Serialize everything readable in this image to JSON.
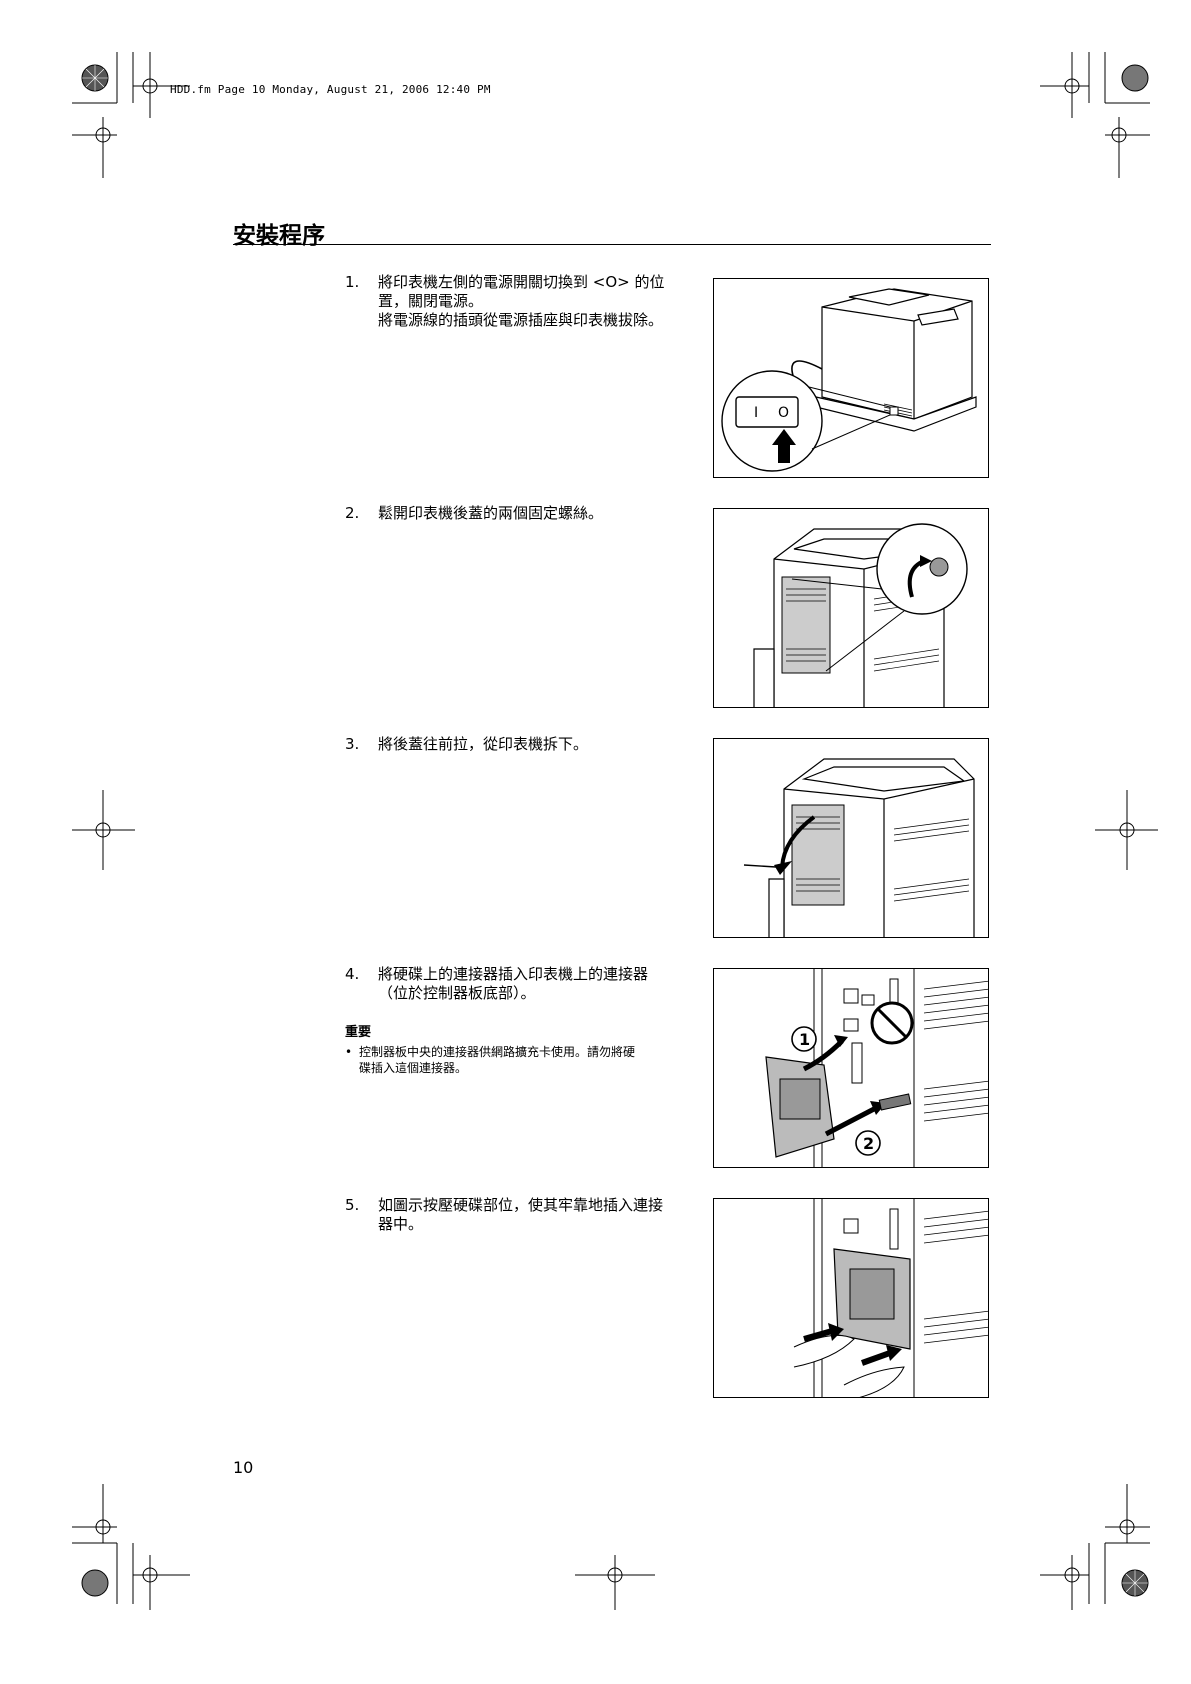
{
  "header": {
    "file_info": "HDD.fm  Page 10  Monday, August 21, 2006  12:40 PM"
  },
  "section": {
    "title": "安裝程序"
  },
  "steps": [
    {
      "number": "1.",
      "lines": [
        "將印表機左側的電源開關切換到 <O> 的位",
        "置，關閉電源。",
        "將電源線的插頭從電源插座與印表機拔除。"
      ]
    },
    {
      "number": "2.",
      "lines": [
        "鬆開印表機後蓋的兩個固定螺絲。"
      ]
    },
    {
      "number": "3.",
      "lines": [
        "將後蓋往前拉，從印表機拆下。"
      ]
    },
    {
      "number": "4.",
      "lines": [
        "將硬碟上的連接器插入印表機上的連接器",
        "（位於控制器板底部）。"
      ]
    },
    {
      "number": "5.",
      "lines": [
        "如圖示按壓硬碟部位，使其牢靠地插入連接",
        "器中。"
      ]
    }
  ],
  "important": {
    "title": "重要",
    "bullet": "•",
    "lines": [
      "控制器板中央的連接器供網路擴充卡使用。請勿將硬",
      "碟插入這個連接器。"
    ]
  },
  "figures": {
    "fig1": {
      "switch_on": "I",
      "switch_off": "O"
    },
    "fig4": {
      "callout_1": "1",
      "callout_2": "2"
    }
  },
  "footer": {
    "page_number": "10"
  }
}
